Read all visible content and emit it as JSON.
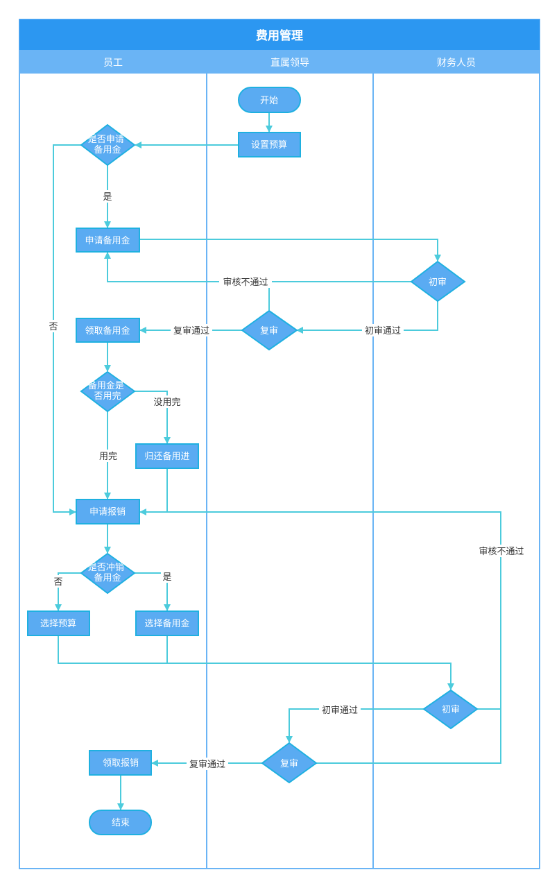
{
  "colors": {
    "header": "#2c97f1",
    "lane_header": "#6ab4f5",
    "frame": "#6ab4f5",
    "node_fill": "#5aabf2",
    "node_stroke": "#1fb0e0",
    "edge": "#4ccbdc",
    "edge_label": "#333333"
  },
  "title": "费用管理",
  "lanes": {
    "employee": "员工",
    "leader": "直属领导",
    "finance": "财务人员"
  },
  "nodes": {
    "start": "开始",
    "set_budget": "设置预算",
    "apply_reserve_q": "是否申请备用金",
    "apply_reserve": "申请备用金",
    "first_review_1": "初审",
    "second_review_1": "复审",
    "collect_reserve": "领取备用金",
    "reserve_used_q": "备用金是否用完",
    "return_reserve": "归还备用进",
    "apply_reimburse": "申请报销",
    "offset_reserve_q": "是否冲销备用金",
    "select_budget": "选择预算",
    "select_reserve": "选择备用金",
    "first_review_2": "初审",
    "second_review_2": "复审",
    "collect_reimburse": "领取报销",
    "end": "结束"
  },
  "edge_labels": {
    "yes_1": "是",
    "no_1": "否",
    "reject_1": "审核不通过",
    "first_pass_1": "初审通过",
    "second_pass_1": "复审通过",
    "not_used_up": "没用完",
    "used_up": "用完",
    "no_2": "否",
    "yes_2": "是",
    "reject_2": "审核不通过",
    "first_pass_2": "初审通过",
    "second_pass_2": "复审通过"
  }
}
